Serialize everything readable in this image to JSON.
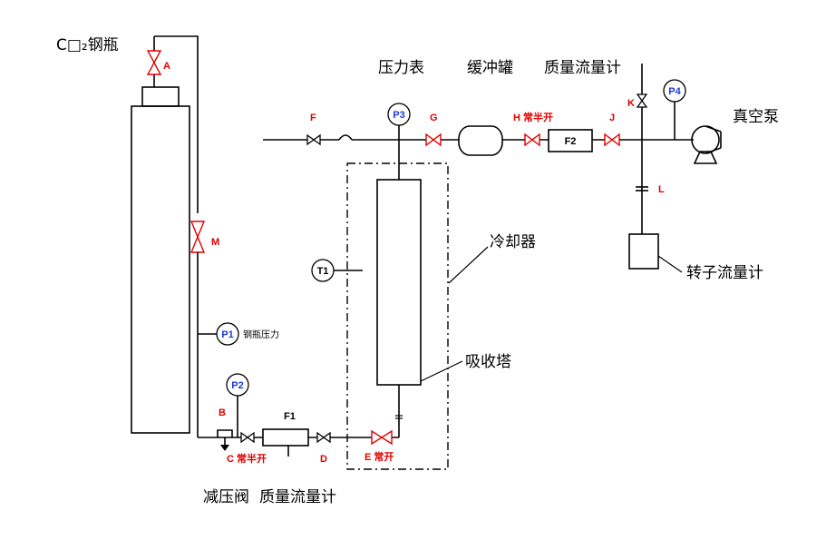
{
  "labels": {
    "cylinder": "C□₂钢瓶",
    "gauge_label_p3": "压力表",
    "buffer": "缓冲罐",
    "mfc_top": "质量流量计",
    "vacuum_pump": "真空泵",
    "cooler": "冷却器",
    "absorber": "吸收塔",
    "cyl_pressure": "钢瓶压力",
    "reducer": "减压阀",
    "mfc_bottom": "质量流量计",
    "rotameter": "转子流量计"
  },
  "valves": {
    "A": "A",
    "M": "M",
    "F": "F",
    "G": "G",
    "H": "H 常半开",
    "J": "J",
    "K": "K",
    "L": "L",
    "B": "B",
    "C": "C 常半开",
    "D": "D",
    "E": "E 常开"
  },
  "instruments": {
    "P1": "P1",
    "P2": "P2",
    "P3": "P3",
    "P4": "P4",
    "T1": "T1",
    "F1": "F1",
    "F2": "F2"
  },
  "colors": {
    "valve_label": "#e00000",
    "gauge_text": "#1a3bd6",
    "line": "#000000"
  }
}
